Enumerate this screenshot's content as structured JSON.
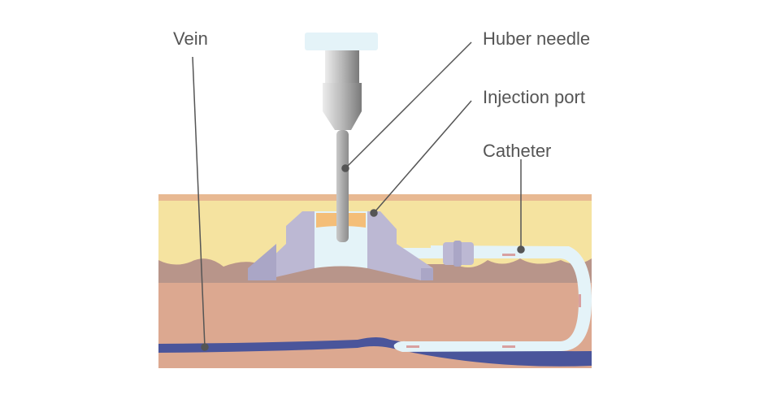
{
  "labels": {
    "vein": "Vein",
    "huber_needle": "Huber needle",
    "injection_port": "Injection port",
    "catheter": "Catheter"
  },
  "colors": {
    "skin_top": "#e8b992",
    "fat": "#f5e3a0",
    "dermis": "#b8958a",
    "muscle": "#dca890",
    "vein": "#4a559b",
    "port": "#bcb8d3",
    "catheter": "#e4f3f8",
    "port_septum": "#f4be78",
    "needle": "#a8a8a8",
    "leader": "#555555"
  }
}
